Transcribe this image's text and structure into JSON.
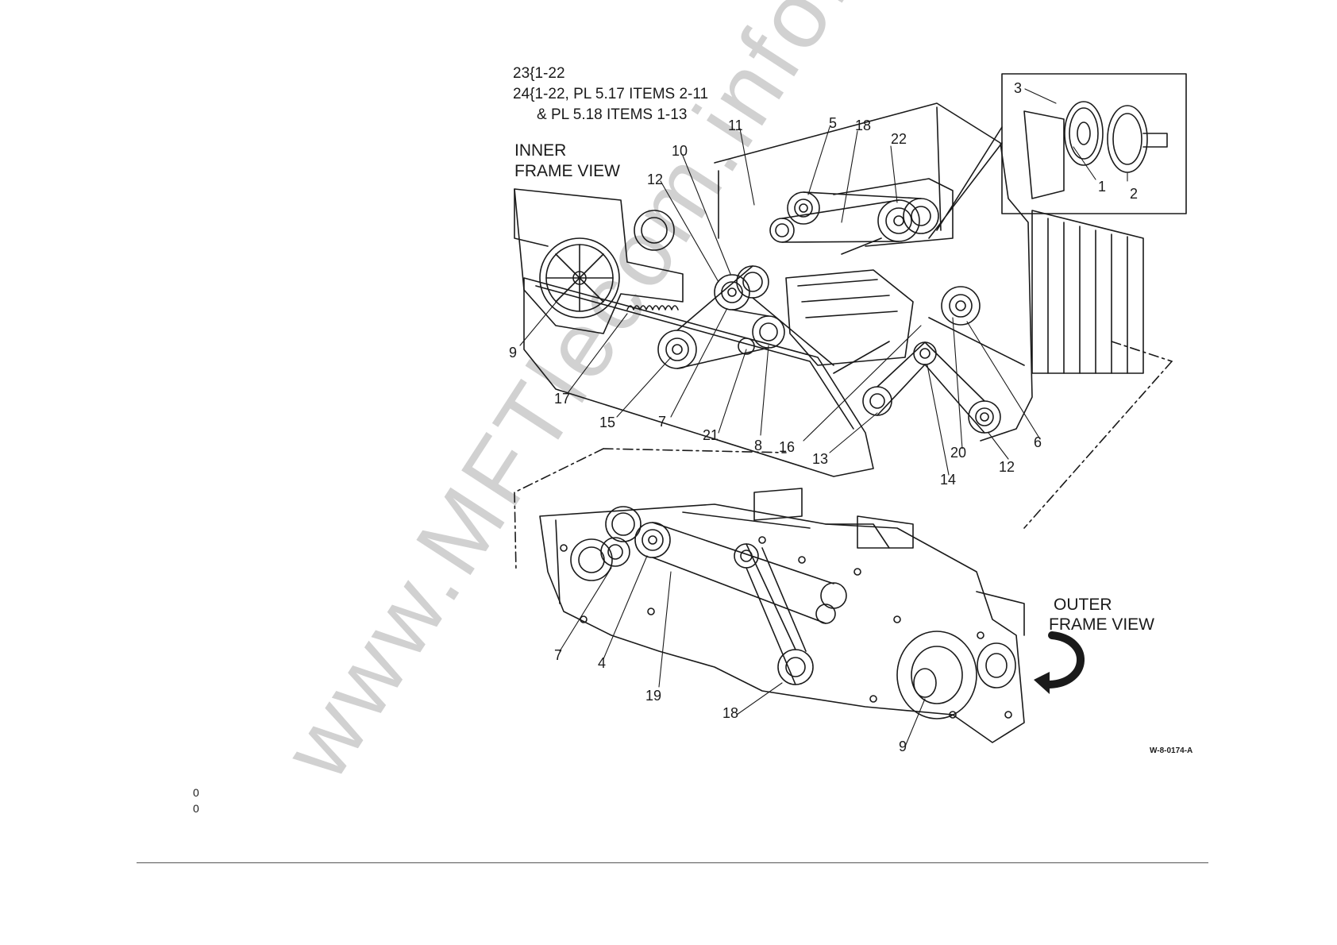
{
  "header_notes": [
    "23{1-22",
    "24{1-22, PL 5.17 ITEMS 2-11",
    "& PL 5.18 ITEMS 1-13"
  ],
  "views": {
    "inner": [
      "INNER",
      "FRAME VIEW"
    ],
    "outer": [
      "OUTER",
      "FRAME VIEW"
    ]
  },
  "callouts": {
    "inner": [
      "3",
      "1",
      "2",
      "11",
      "5",
      "18",
      "22",
      "10",
      "12",
      "9",
      "17",
      "15",
      "7",
      "21",
      "8",
      "16",
      "13",
      "14",
      "20",
      "6",
      "12"
    ],
    "outer": [
      "7",
      "4",
      "19",
      "18",
      "9"
    ]
  },
  "figure_code": "W-8-0174-A",
  "watermark": "www.MFTlecom.info.de",
  "side_numbers": [
    "0",
    "0"
  ]
}
